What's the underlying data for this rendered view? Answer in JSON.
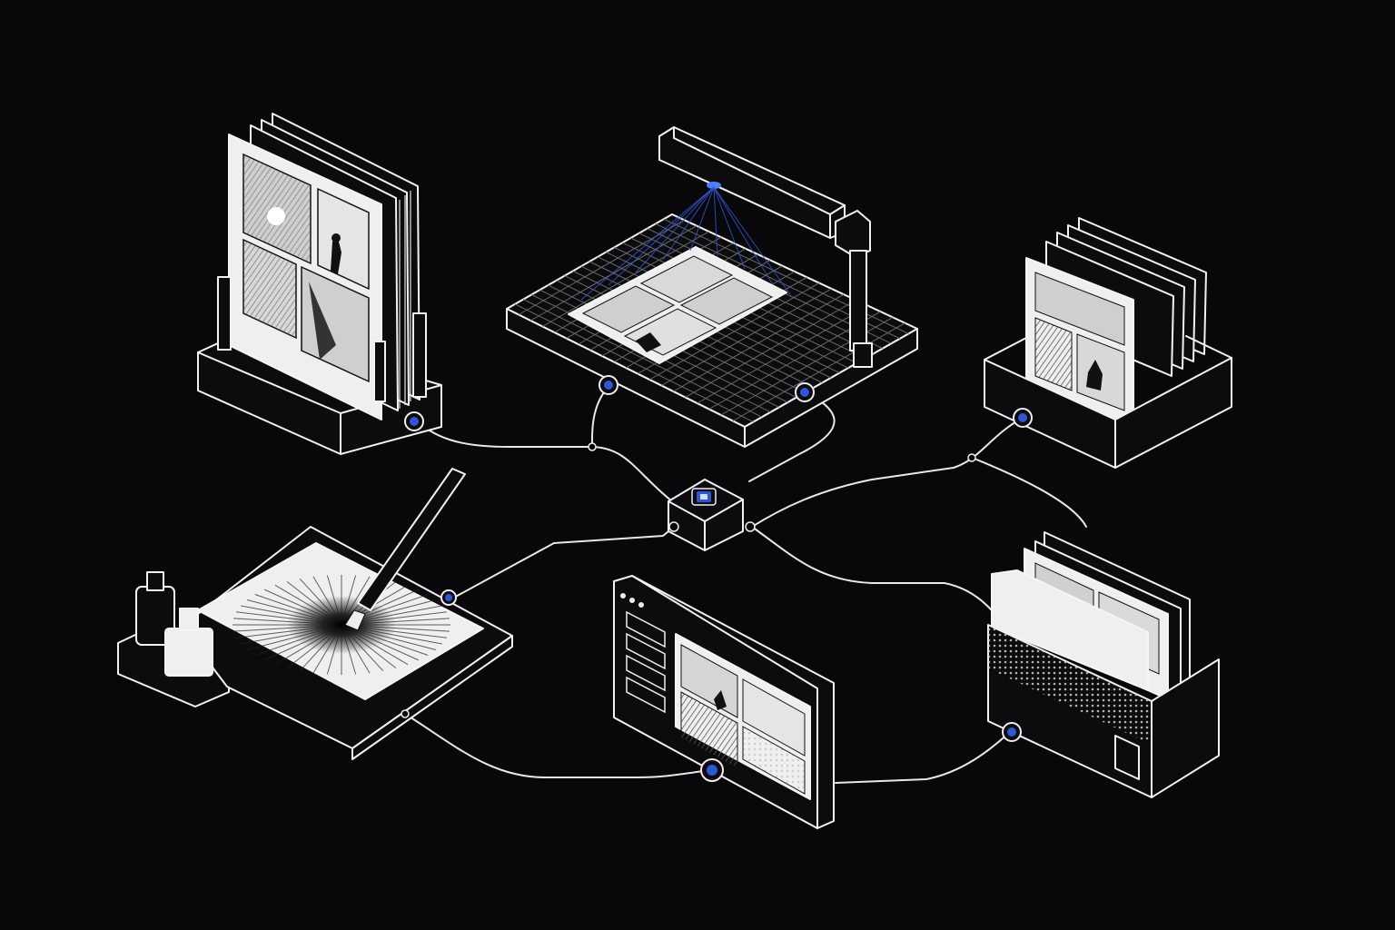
{
  "colors": {
    "background": "#08080a",
    "line": "#f2f2f2",
    "accent_blue": "#2f56d8",
    "panel_paper": "#efefef"
  },
  "nodes": [
    {
      "name": "comic-page-stand",
      "icon": "comic-pages-stack-icon"
    },
    {
      "name": "overhead-scanner",
      "icon": "scanner-lamp-icon"
    },
    {
      "name": "page-crate-top-right",
      "icon": "crate-with-pages-icon"
    },
    {
      "name": "drawing-tablet",
      "icon": "tablet-with-brush-icon"
    },
    {
      "name": "central-hub",
      "icon": "hub-chip-icon"
    },
    {
      "name": "layout-monitor",
      "icon": "monitor-with-panels-icon"
    },
    {
      "name": "folder-archive",
      "icon": "folder-with-pages-icon"
    }
  ],
  "connections": [
    {
      "from": "comic-page-stand",
      "to": "central-hub"
    },
    {
      "from": "overhead-scanner",
      "to": "central-hub"
    },
    {
      "from": "page-crate-top-right",
      "to": "central-hub"
    },
    {
      "from": "drawing-tablet",
      "to": "central-hub"
    },
    {
      "from": "central-hub",
      "to": "folder-archive"
    },
    {
      "from": "drawing-tablet",
      "to": "layout-monitor"
    },
    {
      "from": "layout-monitor",
      "to": "folder-archive"
    }
  ]
}
